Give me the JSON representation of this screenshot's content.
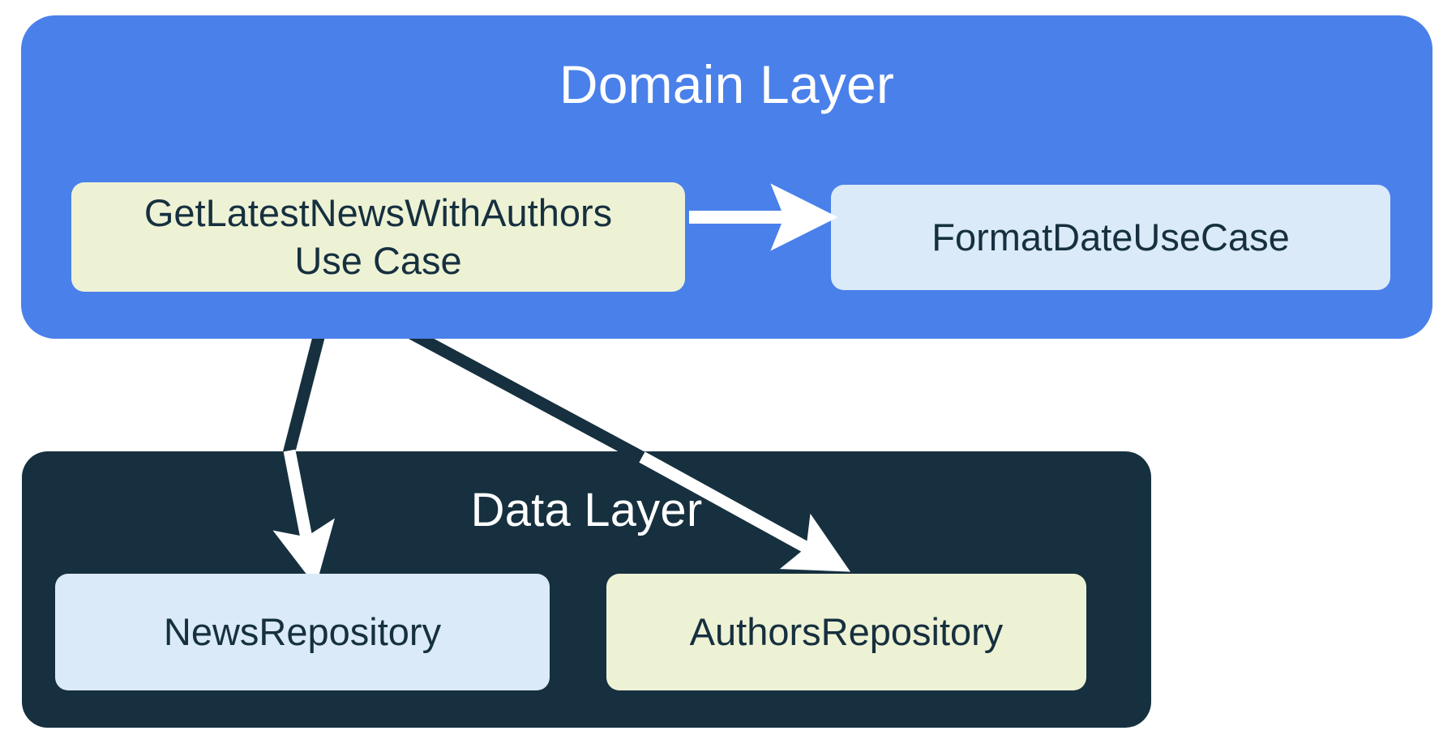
{
  "diagram": {
    "title_context": "Clean architecture layer dependency diagram",
    "background_color": "#ffffff"
  },
  "layers": [
    {
      "id": "domain",
      "title": "Domain Layer",
      "color": "#4a80ea",
      "title_color": "#ffffff"
    },
    {
      "id": "data",
      "title": "Data Layer",
      "color": "#16303f",
      "title_color": "#ffffff"
    }
  ],
  "nodes": {
    "get_latest_news": {
      "label": "GetLatestNewsWithAuthors Use Case",
      "line1": "GetLatestNewsWithAuthors",
      "line2": "Use Case",
      "fill": "#eef2d5",
      "text_color": "#16303f",
      "layer": "domain"
    },
    "format_date": {
      "label": "FormatDateUseCase",
      "fill": "#daeaf8",
      "text_color": "#16303f",
      "layer": "domain"
    },
    "news_repository": {
      "label": "NewsRepository",
      "fill": "#daeaf8",
      "text_color": "#16303f",
      "layer": "data"
    },
    "authors_repository": {
      "label": "AuthorsRepository",
      "fill": "#eef2d5",
      "text_color": "#16303f",
      "layer": "data"
    }
  },
  "edges": [
    {
      "id": "use-case-to-format-date",
      "from": "get_latest_news",
      "to": "format_date",
      "color": "#ffffff",
      "style": "solid-arrow"
    },
    {
      "id": "use-case-to-news-repository",
      "from": "get_latest_news",
      "to": "news_repository",
      "color_outside_data_layer": "#16303f",
      "color_inside_data_layer": "#ffffff",
      "style": "solid-arrow"
    },
    {
      "id": "use-case-to-authors-repository",
      "from": "get_latest_news",
      "to": "authors_repository",
      "color_outside_data_layer": "#16303f",
      "color_inside_data_layer": "#ffffff",
      "style": "solid-arrow"
    }
  ]
}
